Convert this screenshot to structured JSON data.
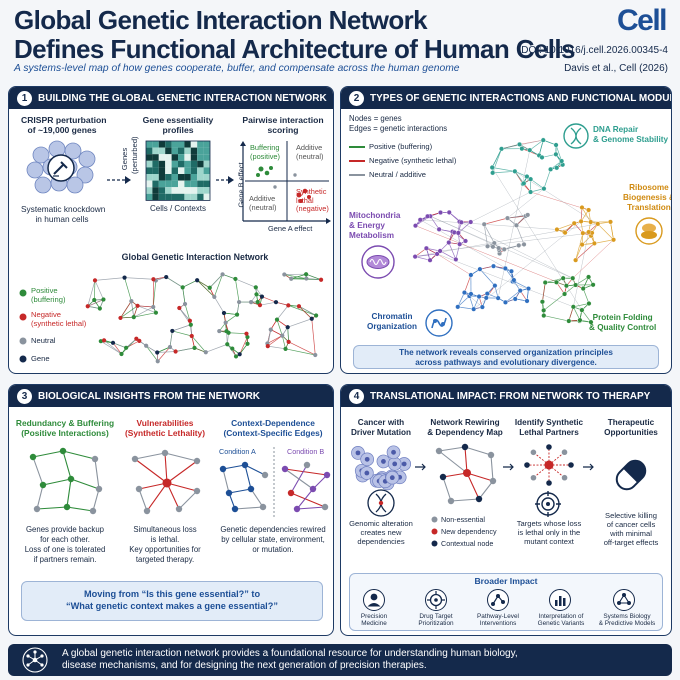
{
  "header": {
    "title_line1": "Global Genetic Interaction Network",
    "title_line2": "Defines Functional Architecture of Human Cells",
    "subtitle": "A systems-level map of how genes cooperate, buffer, and compensate across the human genome",
    "journal": "Cell",
    "doi": "DOI: 10.1016/j.cell.2026.00345-4",
    "authors": "Davis et al., Cell (2026)"
  },
  "panel1": {
    "number": "1",
    "title": "BUILDING THE GLOBAL GENETIC INTERACTION NETWORK",
    "crispr_line1": "CRISPR perturbation",
    "crispr_line2": "of ~19,000 genes",
    "knockdown_line1": "Systematic knockdown",
    "knockdown_line2": "in human cells",
    "profiles_line1": "Gene essentiality",
    "profiles_line2": "profiles",
    "genes_axis_line1": "Genes",
    "genes_axis_line2": "(perturbed)",
    "cells_axis": "Cells / Contexts",
    "scoring_line1": "Pairwise interaction",
    "scoring_line2": "scoring",
    "buffering_line1": "Buffering",
    "buffering_line2": "(positive)",
    "additive_tr_line1": "Additive",
    "additive_tr_line2": "(neutral)",
    "additive_bl_line1": "Additive",
    "additive_bl_line2": "(neutral)",
    "synthetic_line1": "Synthetic",
    "synthetic_line2": "lethal",
    "synthetic_line3": "(negative)",
    "gene_b_axis": "Gene B effect",
    "gene_a_axis": "Gene A effect",
    "network_title": "Global Genetic Interaction Network",
    "legend": {
      "positive_line1": "Positive",
      "positive_line2": "(buffering)",
      "negative_line1": "Negative",
      "negative_line2": "(synthetic lethal)",
      "neutral": "Neutral",
      "gene": "Gene"
    }
  },
  "panel2": {
    "number": "2",
    "title": "TYPES OF GENETIC INTERACTIONS AND FUNCTIONAL MODULES",
    "nodes_def": "Nodes = genes",
    "edges_def": "Edges = genetic interactions",
    "legend_positive": "Positive (buffering)",
    "legend_negative": "Negative (synthetic lethal)",
    "legend_neutral": "Neutral / additive",
    "module_dna_line1": "DNA Repair",
    "module_dna_line2": "& Genome Stability",
    "module_ribo_line1": "Ribosome",
    "module_ribo_line2": "Biogenesis &",
    "module_ribo_line3": "Translation",
    "module_mito_line1": "Mitochondria",
    "module_mito_line2": "& Energy",
    "module_mito_line3": "Metabolism",
    "module_chrom_line1": "Chromatin",
    "module_chrom_line2": "Organization",
    "module_fold_line1": "Protein Folding",
    "module_fold_line2": "& Quality Control",
    "callout_line1": "The network reveals conserved organization principles",
    "callout_line2": "across pathways and evolutionary divergence.",
    "colors": {
      "dna": "#2e9e8f",
      "ribo": "#d99a1e",
      "mito": "#7b4bb0",
      "chrom": "#2f6fc0",
      "fold": "#2e8b3a"
    }
  },
  "panel3": {
    "number": "3",
    "title": "BIOLOGICAL INSIGHTS FROM THE NETWORK",
    "col1_title_line1": "Redundancy & Buffering",
    "col1_title_line2": "(Positive Interactions)",
    "col1_desc_line1": "Genes provide backup",
    "col1_desc_line2": "for each other.",
    "col1_desc_line3": "Loss of one is tolerated",
    "col1_desc_line4": "if partners remain.",
    "col2_title_line1": "Vulnerabilities",
    "col2_title_line2": "(Synthetic Lethality)",
    "col2_desc_line1": "Simultaneous loss",
    "col2_desc_line2": "is lethal.",
    "col2_desc_line3": "Key opportunities for",
    "col2_desc_line4": "targeted therapy.",
    "col3_title_line1": "Context-Dependence",
    "col3_title_line2": "(Context-Specific Edges)",
    "condition_a": "Condition A",
    "condition_b": "Condition B",
    "col3_desc_line1": "Genetic dependencies rewired",
    "col3_desc_line2": "by cellular state, environment,",
    "col3_desc_line3": "or mutation.",
    "quote_line1": "Moving from “Is this gene essential?” to",
    "quote_line2": "“What genetic context makes a gene essential?”"
  },
  "panel4": {
    "number": "4",
    "title": "TRANSLATIONAL IMPACT: FROM NETWORK TO THERAPY",
    "step1_line1": "Cancer with",
    "step1_line2": "Driver Mutation",
    "step2_line1": "Network Rewiring",
    "step2_line2": "& Dependency Map",
    "step3_line1": "Identify Synthetic",
    "step3_line2": "Lethal Partners",
    "step4_line1": "Therapeutic",
    "step4_line2": "Opportunities",
    "genomic_line1": "Genomic alteration",
    "genomic_line2": "creates new",
    "genomic_line3": "dependencies",
    "leg_nonessential": "Non-essential",
    "leg_newdep": "New dependency",
    "leg_context": "Contextual node",
    "targets_line1": "Targets whose loss",
    "targets_line2": "is lethal only in the",
    "targets_line3": "mutant context",
    "selective_line1": "Selective killing",
    "selective_line2": "of cancer cells",
    "selective_line3": "with minimal",
    "selective_line4": "off-target effects",
    "broader_title": "Broader Impact",
    "impacts": [
      {
        "line1": "Precision",
        "line2": "Medicine"
      },
      {
        "line1": "Drug Target",
        "line2": "Prioritization"
      },
      {
        "line1": "Pathway-Level",
        "line2": "Interventions"
      },
      {
        "line1": "Interpretation of",
        "line2": "Genetic Variants"
      },
      {
        "line1": "Systems Biology",
        "line2": "& Predictive Models"
      }
    ]
  },
  "footer": {
    "line1": "A global genetic interaction network provides a foundational resource for understanding human biology,",
    "line2": "disease mechanisms, and for designing the next generation of precision therapies."
  },
  "colors": {
    "navy": "#14294b",
    "blue": "#1d4f96",
    "green": "#2e8b3a",
    "red": "#c62828",
    "gray": "#8a939e",
    "teal": "#2e9e8f"
  }
}
